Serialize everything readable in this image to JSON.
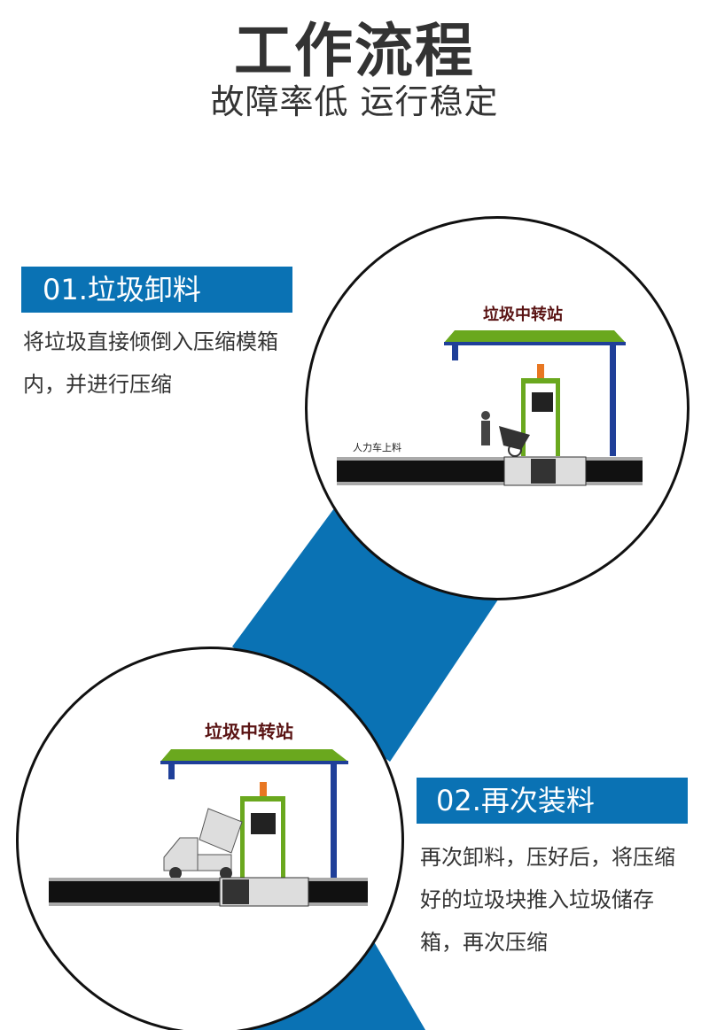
{
  "header": {
    "title": "工作流程",
    "subtitle": "故障率低  运行稳定"
  },
  "steps": [
    {
      "label": "01.垃圾卸料",
      "description": "将垃圾直接倾倒入压缩模箱内，并进行压缩",
      "illustration": {
        "station_title": "垃圾中转站",
        "caption": "人力车上料"
      }
    },
    {
      "label": "02.再次装料",
      "description": "再次卸料，压好后，将压缩好的垃圾块推入垃圾储存箱，再次压缩",
      "illustration": {
        "station_title": "垃圾中转站"
      }
    }
  ],
  "colors": {
    "accent": "#0a72b4",
    "roof": "#6aa81e",
    "pillar": "#1f3f99",
    "title_dark": "#5a1414"
  }
}
